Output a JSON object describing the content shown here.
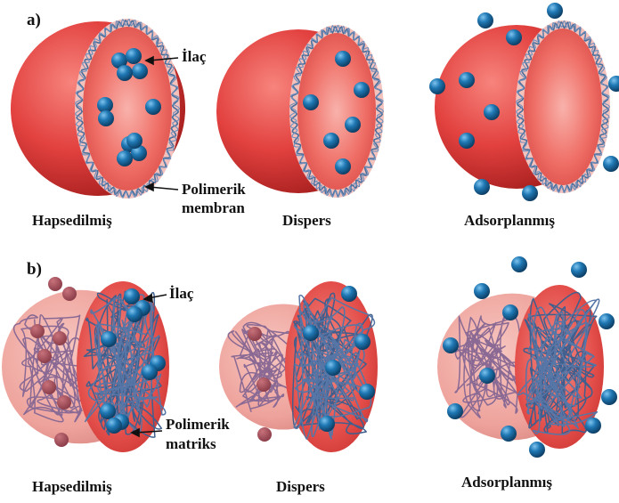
{
  "section_a": {
    "label": "a)",
    "drug_label": "İlaç",
    "membrane_label_line1": "Polimerik",
    "membrane_label_line2": "membran",
    "captions": [
      "Hapsedilmiş",
      "Dispers",
      "Adsorplanmış"
    ]
  },
  "section_b": {
    "label": "b)",
    "drug_label": "İlaç",
    "matrix_label_line1": "Polimerik",
    "matrix_label_line2": "matriks",
    "captions": [
      "Hapsedilmiş",
      "Dispers",
      "Adsorplanmış"
    ]
  },
  "colors": {
    "sphere_red": "#e2413f",
    "sphere_pink": "#f4a6a0",
    "drug_blue": "#1f6fa8",
    "polymer_blue": "#4a6e9a"
  }
}
